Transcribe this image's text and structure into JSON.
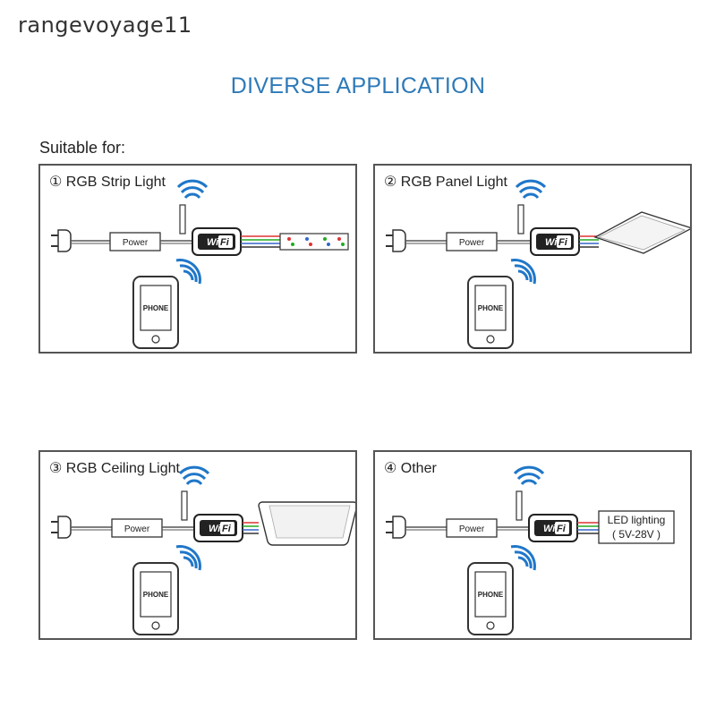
{
  "watermark": "rangevoyage11",
  "heading": "DIVERSE APPLICATION",
  "suitable_for": "Suitable for:",
  "colors": {
    "heading": "#2e7ab8",
    "wifi_signal": "#1f77c9",
    "border": "#555555"
  },
  "panels": [
    {
      "title": "① RGB Strip Light",
      "power": "Power",
      "wifi": "Fi",
      "wifi_prefix": "Wi",
      "phone": "PHONE",
      "device": "rgb-strip"
    },
    {
      "title": "② RGB Panel Light",
      "power": "Power",
      "wifi": "Fi",
      "wifi_prefix": "Wi",
      "phone": "PHONE",
      "device": "rgb-panel"
    },
    {
      "title": "③ RGB Ceiling Light",
      "power": "Power",
      "wifi": "Fi",
      "wifi_prefix": "Wi",
      "phone": "PHONE",
      "device": "rgb-ceiling"
    },
    {
      "title": "④ Other",
      "power": "Power",
      "wifi": "Fi",
      "wifi_prefix": "Wi",
      "phone": "PHONE",
      "device": "led-box",
      "led_line1": "LED lighting",
      "led_line2": "( 5V-28V )"
    }
  ]
}
